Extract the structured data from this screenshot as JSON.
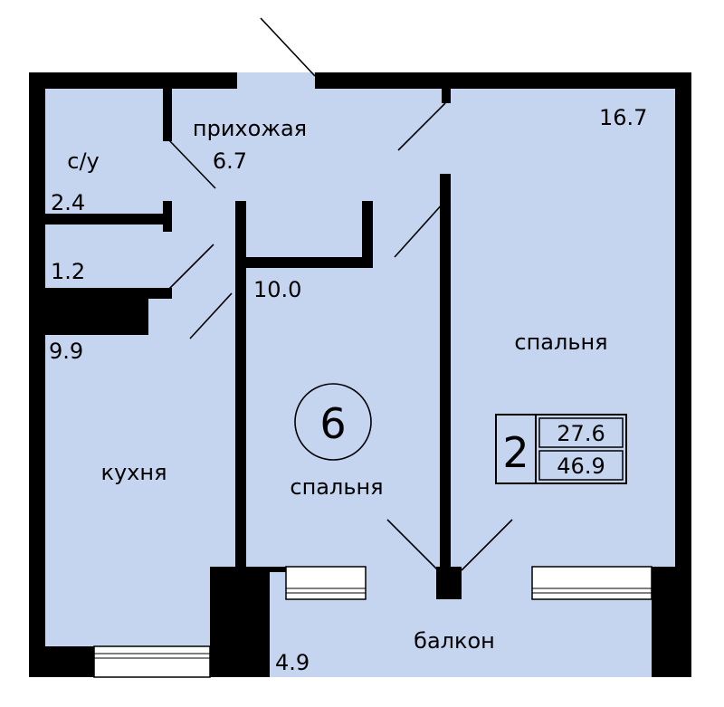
{
  "colors": {
    "room_fill": "#c5d5f0",
    "wall": "#000000",
    "background": "#ffffff"
  },
  "rooms": {
    "hallway": {
      "name": "прихожая",
      "area": "6.7"
    },
    "bathroom": {
      "name": "с/у",
      "area": "2.4"
    },
    "toilet": {
      "area": "1.2"
    },
    "kitchen": {
      "name": "кухня",
      "area": "9.9"
    },
    "bedroom_middle": {
      "name": "спальня",
      "area": "10.0"
    },
    "bedroom_right": {
      "name": "спальня",
      "area": "16.7"
    },
    "balcony": {
      "name": "балкон",
      "area": "4.9"
    }
  },
  "apartment": {
    "number": "6",
    "rooms_count": "2",
    "living_area": "27.6",
    "total_area": "46.9"
  }
}
